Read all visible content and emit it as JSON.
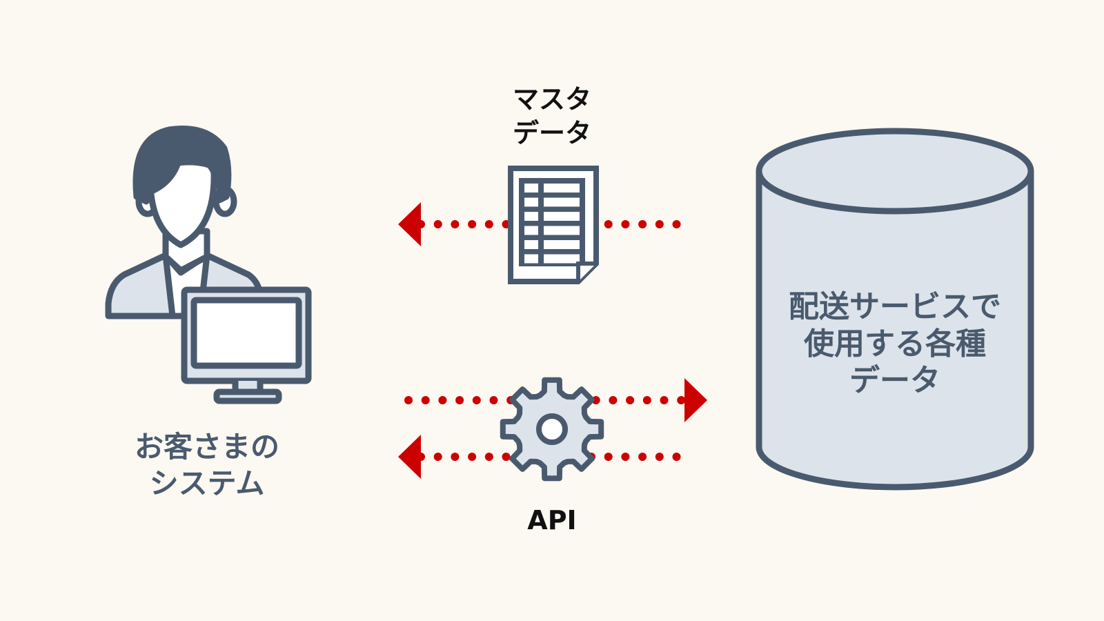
{
  "colors": {
    "background": "#fcf8f2",
    "stroke": "#4a5a6e",
    "fill_light": "#dde3ea",
    "white": "#ffffff",
    "arrow": "#cc0000"
  },
  "customer": {
    "label_lines": [
      "お客さまの",
      "システム"
    ],
    "icon": "person-with-monitor-icon"
  },
  "master_data": {
    "label_lines": [
      "マスタ",
      "データ"
    ],
    "icon": "spreadsheet-document-icon",
    "flow": "database-to-customer"
  },
  "api": {
    "label": "API",
    "icon": "gear-icon",
    "flows": [
      "customer-to-database",
      "database-to-customer"
    ]
  },
  "database": {
    "label_lines": [
      "配送サービスで",
      "使用する各種",
      "データ"
    ],
    "icon": "database-cylinder-icon"
  }
}
